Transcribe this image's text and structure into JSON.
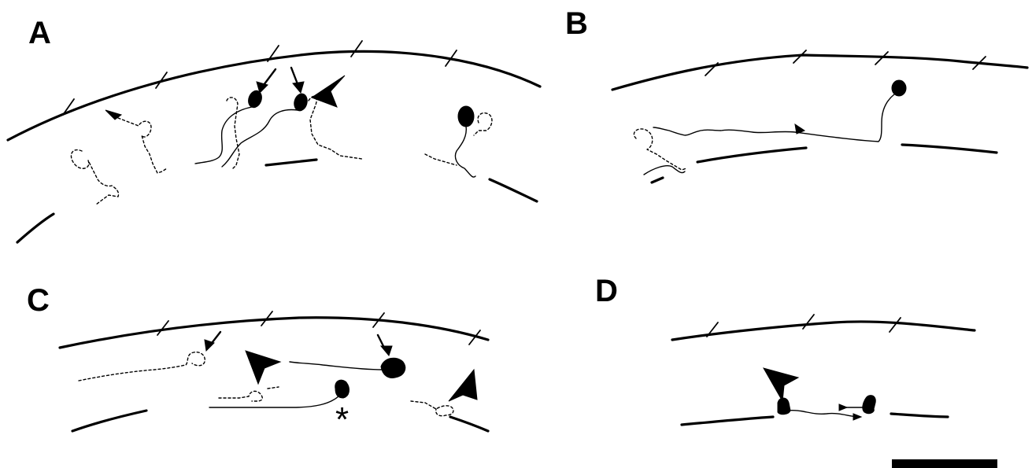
{
  "panels": {
    "a": {
      "label": "A"
    },
    "b": {
      "label": "B"
    },
    "c": {
      "label": "C"
    },
    "d": {
      "label": "D"
    }
  },
  "markers": {
    "asterisk": "*"
  },
  "colors": {
    "ink": "#000000",
    "background": "#ffffff"
  }
}
